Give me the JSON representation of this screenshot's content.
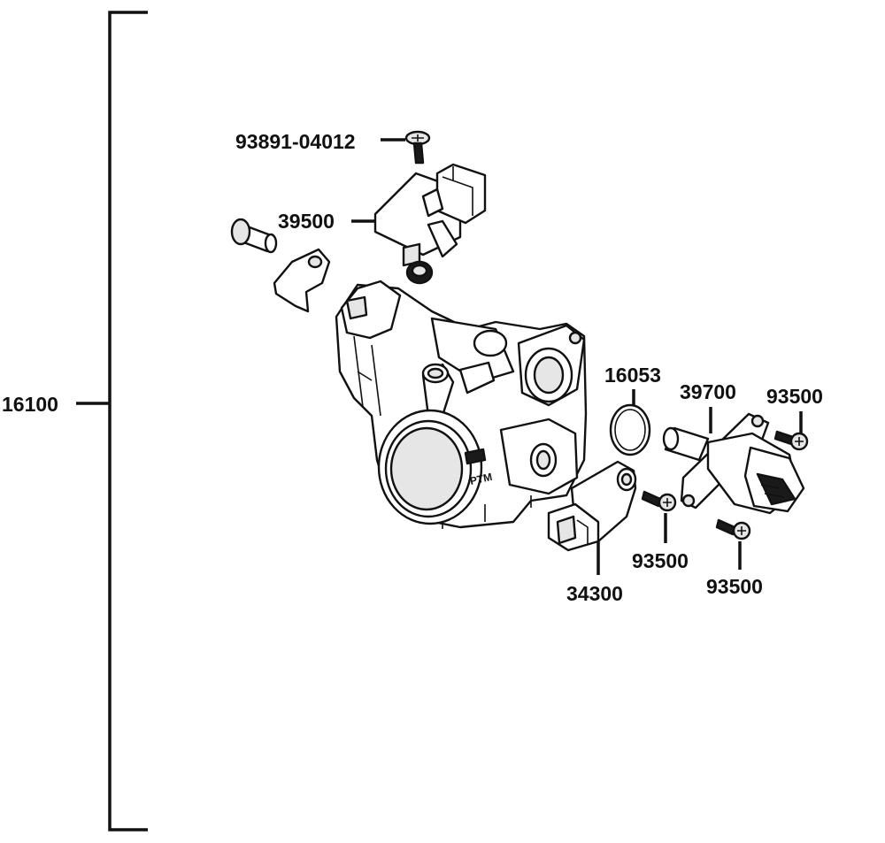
{
  "labels": {
    "assembly": "16100",
    "screw_top": "93891-04012",
    "map_sensor": "39500",
    "o_ring": "16053",
    "idle_valve": "39700",
    "screw_right": "93500",
    "screw_mid": "93500",
    "screw_lower": "93500",
    "tps_sensor": "34300",
    "body_mark": "PTM"
  }
}
